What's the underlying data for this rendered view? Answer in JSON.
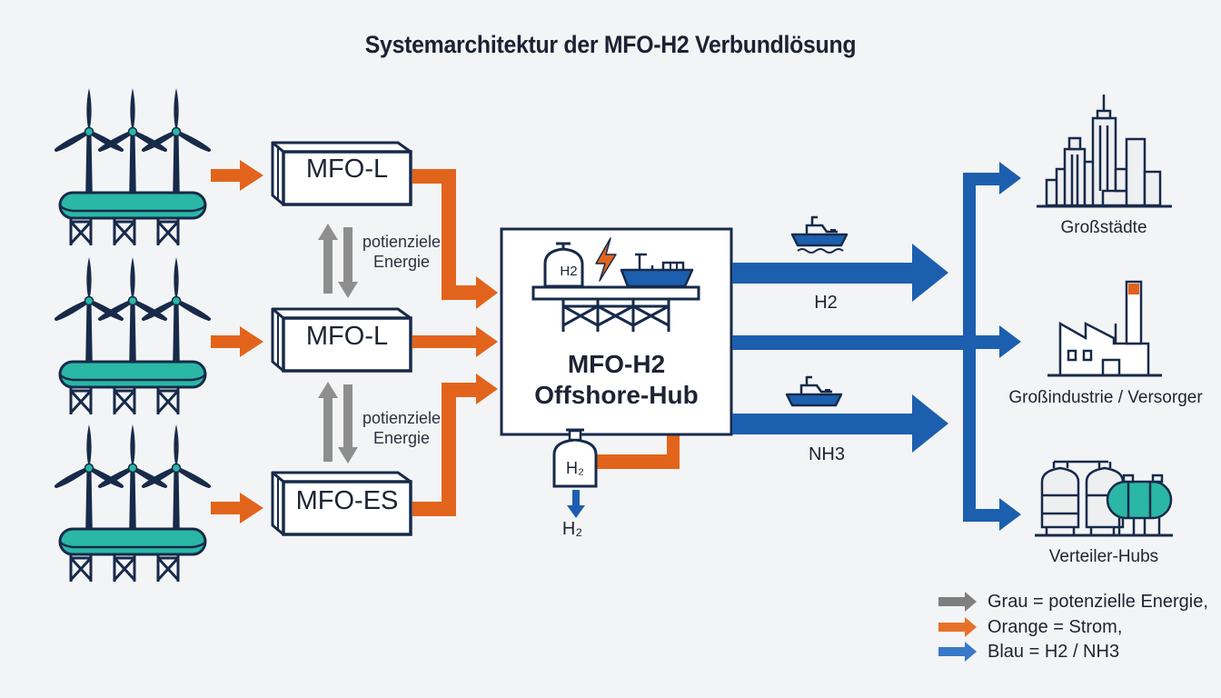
{
  "title": "Systemarchitektur der MFO-H2 Verbundlösung",
  "colors": {
    "navy": "#172a4a",
    "teal": "#2ab7a5",
    "orange": "#e2641c",
    "blue": "#1c5fae",
    "gray": "#8e8e8e",
    "background": "#f3f4f5"
  },
  "wind_farms": [
    {
      "name": "windpark-1",
      "icon": "offshore-wind-turbines-icon"
    },
    {
      "name": "windpark-2",
      "icon": "offshore-wind-turbines-icon"
    },
    {
      "name": "windpark-3",
      "icon": "offshore-wind-turbines-icon"
    }
  ],
  "storage_units": [
    {
      "label": "MFO-L"
    },
    {
      "label": "MFO-L"
    },
    {
      "label": "MFO-ES"
    }
  ],
  "potential_energy_labels": [
    {
      "line1": "potienziele",
      "line2": "Energie"
    },
    {
      "line1": "potienziele",
      "line2": "Energie"
    }
  ],
  "hub": {
    "line1": "MFO-H2",
    "line2": "Offshore-Hub",
    "tank_label": "H2",
    "icon": "offshore-platform-icon"
  },
  "local_h2": {
    "tank_label": "H₂",
    "output_label": "H₂"
  },
  "transport": [
    {
      "label": "H2",
      "icon": "ship-icon"
    },
    {
      "label": "NH3",
      "icon": "ship-icon"
    }
  ],
  "consumers": [
    {
      "label": "Großstädte",
      "icon": "city-skyline-icon"
    },
    {
      "label": "Großindustrie / Versorger",
      "icon": "factory-icon"
    },
    {
      "label": "Verteiler-Hubs",
      "icon": "storage-tanks-icon"
    }
  ],
  "legend": [
    {
      "text": "Grau = potenzielle Energie,",
      "color": "#7f7f7f"
    },
    {
      "text": "Orange = Strom,",
      "color": "#e8712a"
    },
    {
      "text": "Blau = H2 / NH3",
      "color": "#3a78c9"
    }
  ]
}
